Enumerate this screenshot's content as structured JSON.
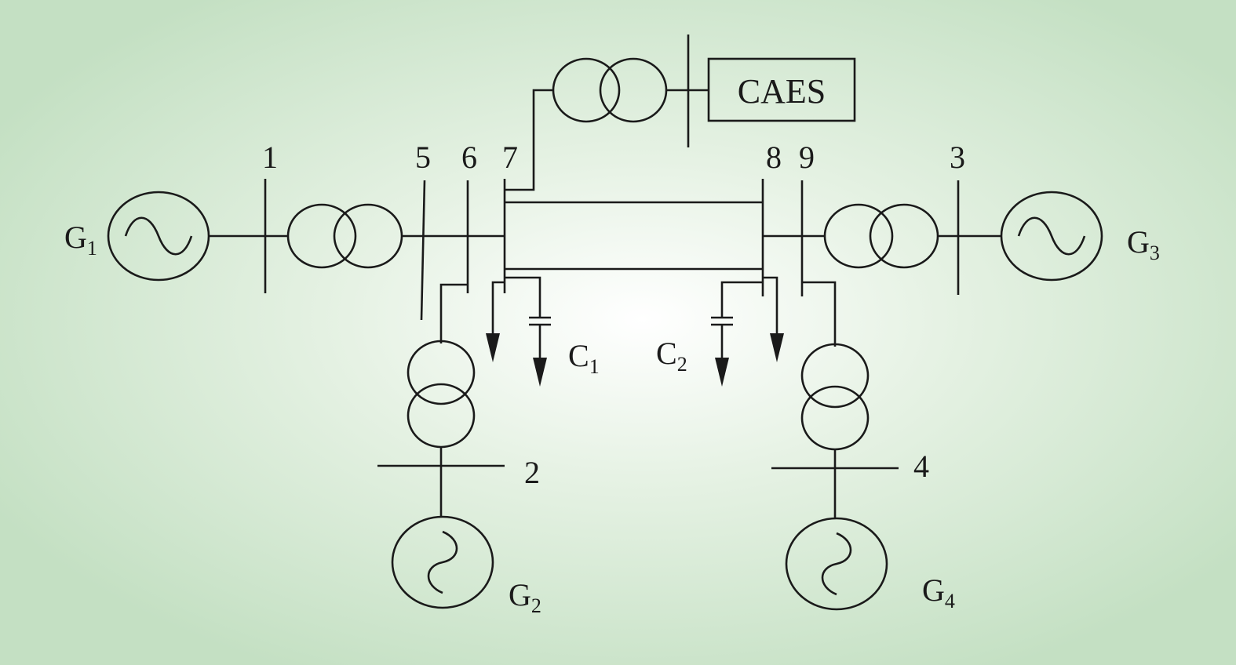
{
  "labels": {
    "bus1": "1",
    "bus2": "2",
    "bus3": "3",
    "bus4": "4",
    "bus5": "5",
    "bus6": "6",
    "bus7": "7",
    "bus8": "8",
    "bus9": "9",
    "storage": "CAES"
  },
  "generators": {
    "g1": {
      "letter": "G",
      "index": "1"
    },
    "g2": {
      "letter": "G",
      "index": "2"
    },
    "g3": {
      "letter": "G",
      "index": "3"
    },
    "g4": {
      "letter": "G",
      "index": "4"
    }
  },
  "capacitors": {
    "c1": {
      "letter": "C",
      "index": "1"
    },
    "c2": {
      "letter": "C",
      "index": "2"
    }
  }
}
